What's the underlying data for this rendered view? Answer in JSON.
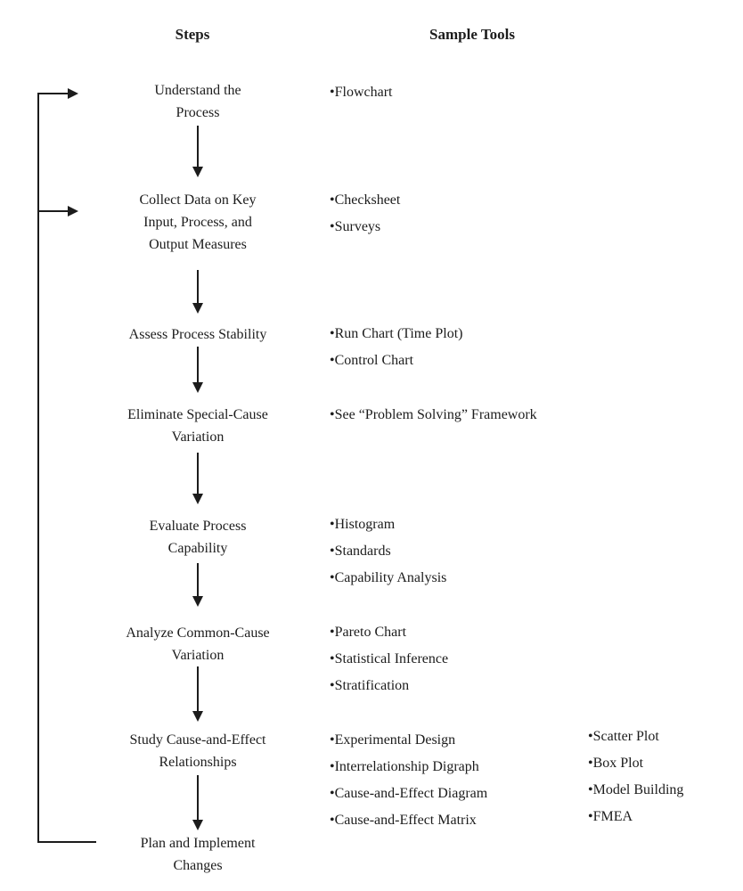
{
  "header": {
    "steps_label": "Steps",
    "tools_label": "Sample Tools"
  },
  "colors": {
    "ink": "#1c1c1c",
    "background": "#ffffff"
  },
  "steps": [
    {
      "line1": "Understand the",
      "line2": "Process"
    },
    {
      "line1": "Collect Data on Key",
      "line2": "Input, Process, and",
      "line3": "Output Measures"
    },
    {
      "line1": "Assess Process Stability"
    },
    {
      "line1": "Eliminate Special-Cause",
      "line2": "Variation"
    },
    {
      "line1": "Evaluate Process",
      "line2": "Capability"
    },
    {
      "line1": "Analyze Common-Cause",
      "line2": "Variation"
    },
    {
      "line1": "Study Cause-and-Effect",
      "line2": "Relationships"
    },
    {
      "line1": "Plan and Implement",
      "line2": "Changes"
    }
  ],
  "tools": {
    "understand": [
      "•Flowchart"
    ],
    "collect": [
      "•Checksheet",
      "•Surveys"
    ],
    "assess": [
      "•Run Chart (Time Plot)",
      "•Control Chart"
    ],
    "eliminate": [
      "•See “Problem Solving” Framework"
    ],
    "evaluate": [
      "•Histogram",
      "•Standards",
      "•Capability Analysis"
    ],
    "analyze": [
      "•Pareto Chart",
      "•Statistical Inference",
      "•Stratification"
    ],
    "study_col1": [
      "•Experimental Design",
      "•Interrelationship Digraph",
      "•Cause-and-Effect Diagram",
      "•Cause-and-Effect Matrix"
    ],
    "study_col2": [
      "•Scatter Plot",
      "•Box Plot",
      "•Model Building",
      "•FMEA"
    ]
  }
}
